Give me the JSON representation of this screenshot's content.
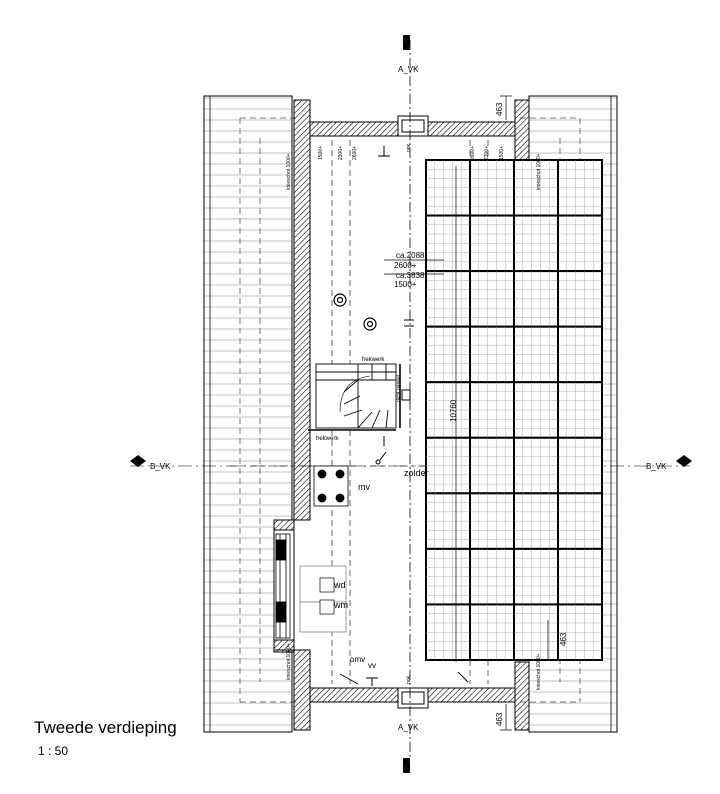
{
  "drawing": {
    "title": "Tweede verdieping",
    "scale": "1 : 50"
  },
  "section_marks": {
    "a_top": "A_VK",
    "a_bottom": "A_VK",
    "b_left": "B_VK",
    "b_right": "B_VK"
  },
  "rooms": {
    "zolder": "zolder"
  },
  "labels": {
    "hekwerk_top": "hekwerk",
    "hekwerk_bottom": "hekwerk",
    "dicht_paneel": "dicht paneel",
    "mv": "mv",
    "wd": "wd",
    "wm": "wm",
    "omv": "omv",
    "vv": "vv",
    "nok_top": "nok",
    "nok_bottom": "nok",
    "knieschot_left_top": "knieschot 1000+",
    "knieschot_left_bottom": "knieschot 1000+",
    "knieschot_right_top": "knieschot 1000+",
    "knieschot_right_bottom": "knieschot 1000+"
  },
  "dimensions": {
    "top_right": "463",
    "bottom_right": "463",
    "panel_side": "463",
    "ca2088": "ca.2088",
    "h2600": "2600+",
    "ca3838": "ca.3838",
    "h1500": "1500+",
    "length": "10760",
    "left_1500": "1500+",
    "left_2300": "2300+",
    "left_2600": "2600+",
    "right_2600": "2600+",
    "right_2300": "2300+",
    "right_1500": "1500+"
  },
  "solar_panels": {
    "columns": 4,
    "rows": 9
  }
}
